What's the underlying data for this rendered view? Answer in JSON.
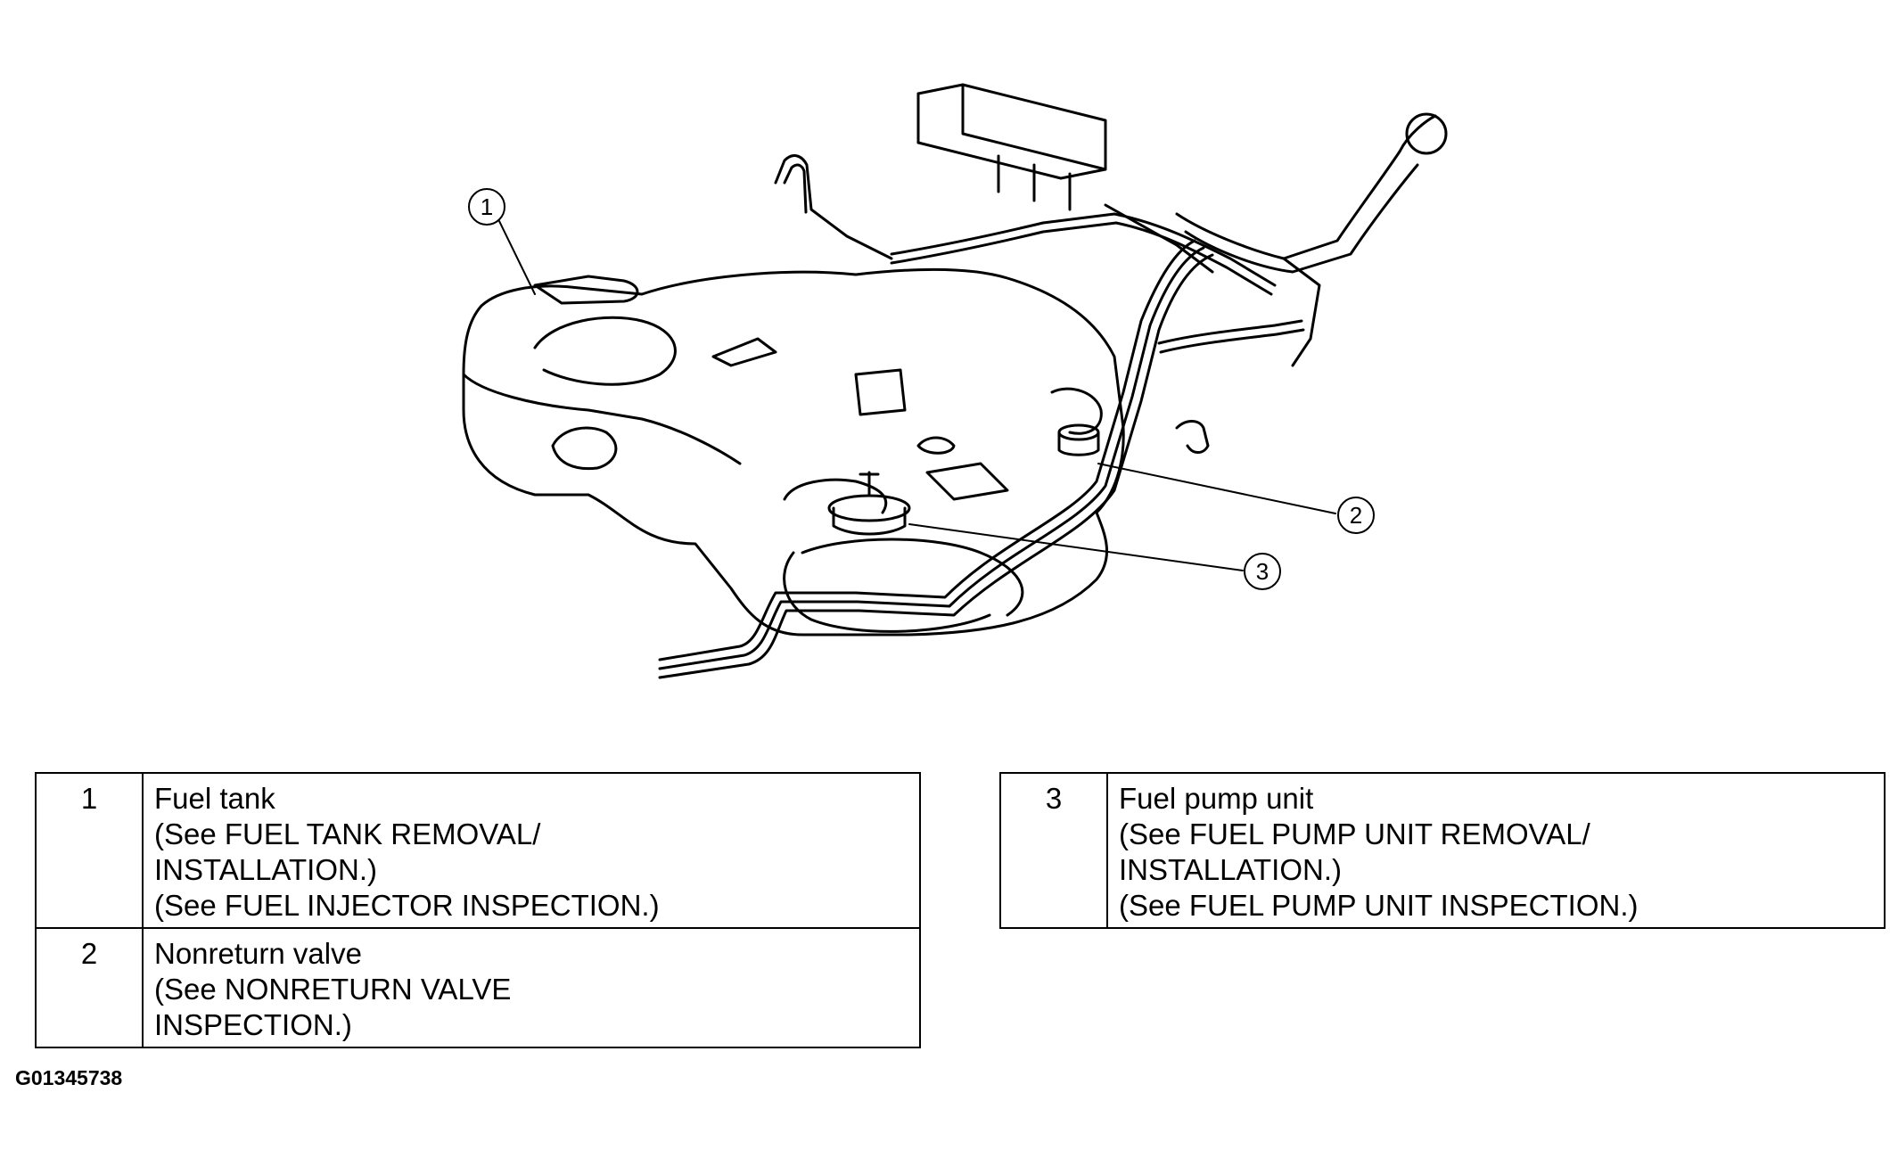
{
  "callouts": [
    {
      "id": "callout-1",
      "number": "1"
    },
    {
      "id": "callout-2",
      "number": "2"
    },
    {
      "id": "callout-3",
      "number": "3"
    }
  ],
  "legend": [
    {
      "number": "1",
      "lines": [
        "Fuel tank",
        "(See FUEL TANK REMOVAL/",
        "INSTALLATION.)",
        "(See FUEL INJECTOR INSPECTION.)"
      ]
    },
    {
      "number": "2",
      "lines": [
        "Nonreturn valve",
        "(See NONRETURN VALVE",
        "INSPECTION.)"
      ]
    },
    {
      "number": "3",
      "lines": [
        "Fuel pump unit",
        "(See FUEL PUMP UNIT REMOVAL/",
        "INSTALLATION.)",
        "(See FUEL PUMP UNIT INSPECTION.)"
      ]
    }
  ],
  "figure_id": "G01345738"
}
